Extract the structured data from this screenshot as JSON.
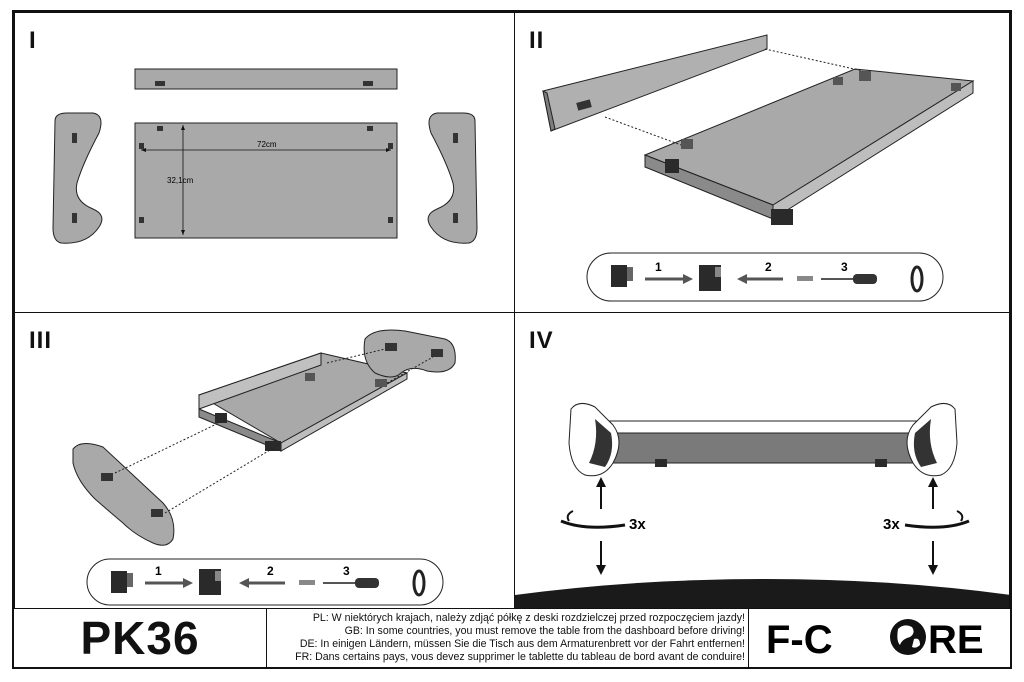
{
  "panels": [
    {
      "label": "I",
      "dimensions": {
        "width": "72cm",
        "depth": "32,1cm"
      }
    },
    {
      "label": "II",
      "steps": [
        "1",
        "2",
        "3"
      ]
    },
    {
      "label": "III",
      "steps": [
        "1",
        "2",
        "3"
      ]
    },
    {
      "label": "IV",
      "rotation_left": "3x",
      "rotation_right": "3x"
    }
  ],
  "footer": {
    "product_code": "PK36",
    "warnings": [
      "PL: W niektórych krajach, należy zdjąć półkę z deski rozdzielczej przed rozpoczęciem jazdy!",
      "GB: In some countries, you must remove the table from the dashboard before driving!",
      "DE: In einigen Ländern, müssen Sie die Tisch aus dem Armaturenbrett vor der Fahrt entfernen!",
      "FR: Dans certains pays, vous devez supprimer le tablette du tableau de bord avant de conduire!"
    ],
    "brand": {
      "prefix": "F-C",
      "suffix": "RE",
      "logo_icon": "globe-icon"
    }
  },
  "colors": {
    "panel_gray": "#9b9b9b",
    "board_gray": "#a9a9a9",
    "ink": "#111111",
    "dashboard": "#1a1a1a"
  }
}
